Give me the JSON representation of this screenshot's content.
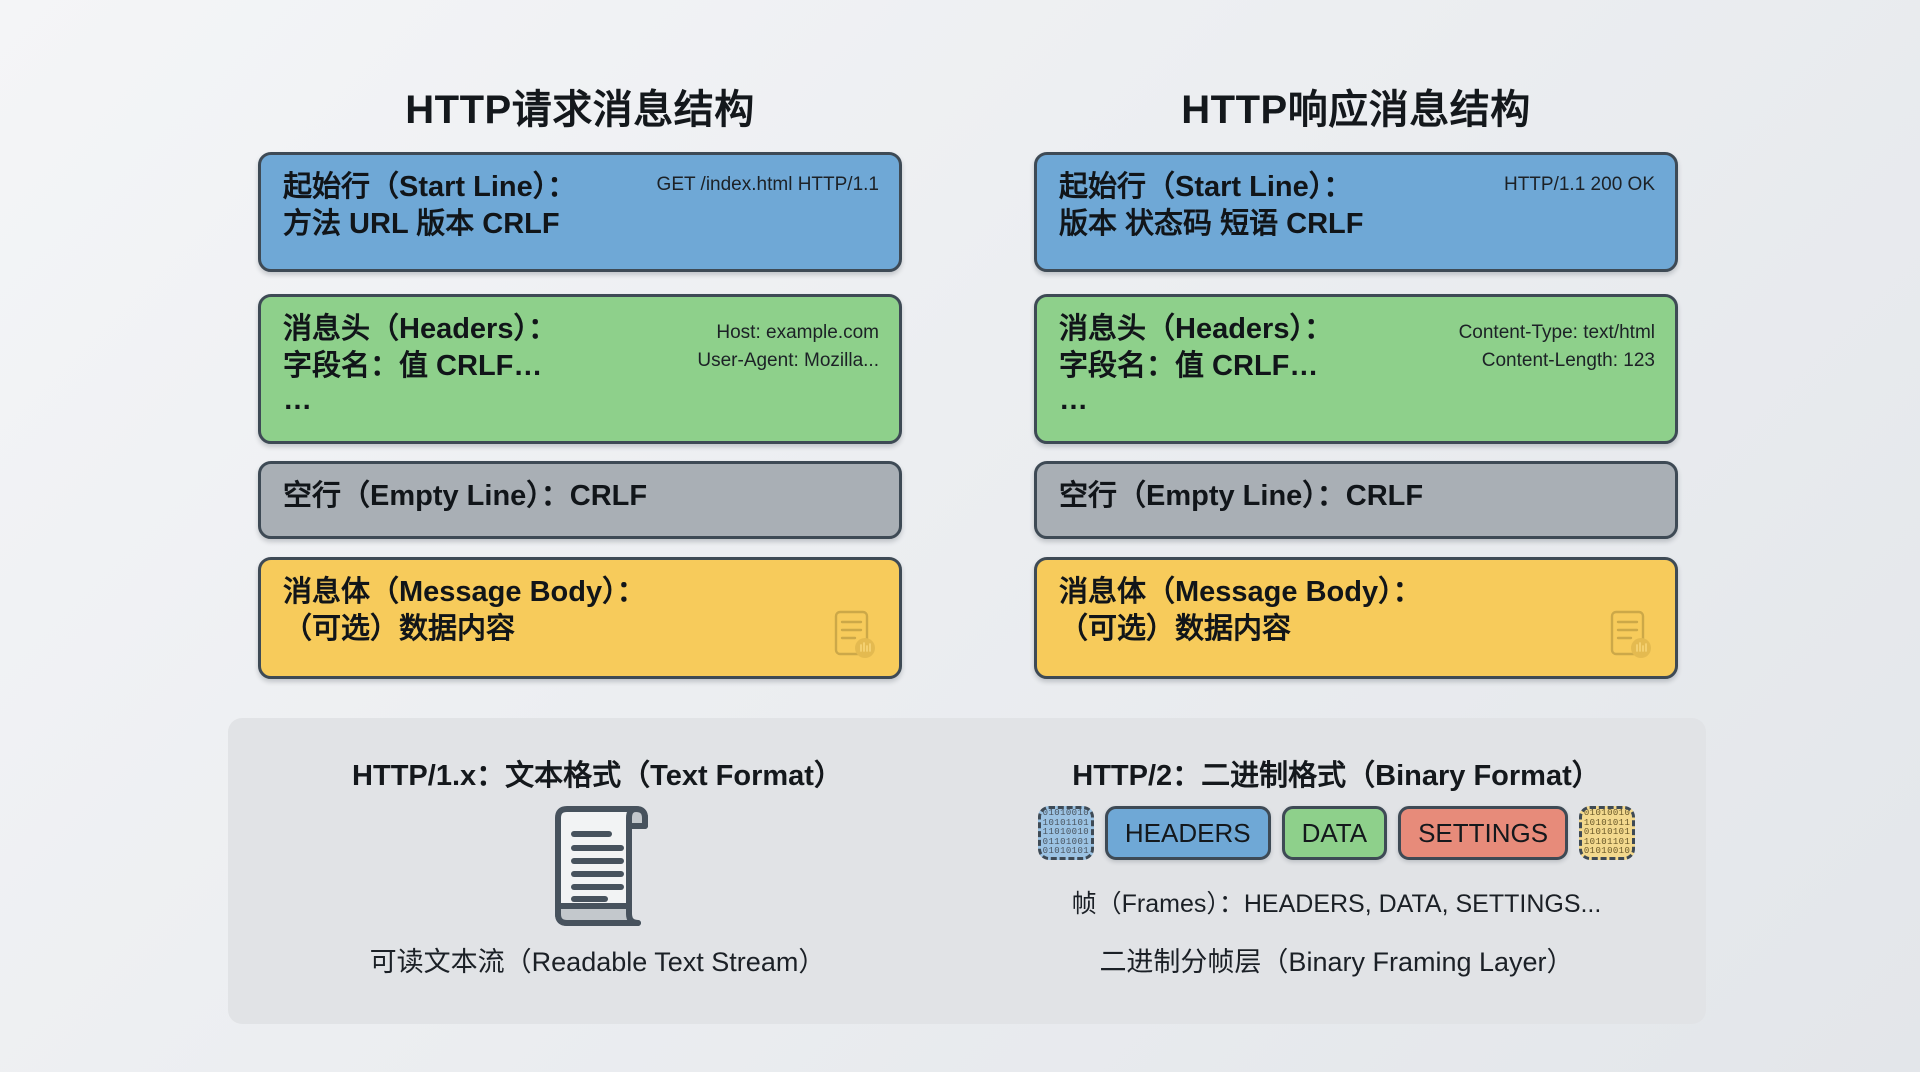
{
  "columns": {
    "request": {
      "title": "HTTP请求消息结构",
      "parts": [
        {
          "name": "start-line",
          "label": "起始行（Start Line）：",
          "sub": "方法 URL 版本 CRLF",
          "example": "GET /index.html HTTP/1.1",
          "color": "#6fa8d6"
        },
        {
          "name": "headers",
          "label": "消息头（Headers）：",
          "sub": "字段名：值 CRLF…",
          "ellipsis": "…",
          "example_line1": "Host: example.com",
          "example_line2": "User-Agent: Mozilla...",
          "color": "#8ed08b"
        },
        {
          "name": "empty-line",
          "label": "空行（Empty Line）：CRLF",
          "color": "#a9afb5"
        },
        {
          "name": "message-body",
          "label": "消息体（Message Body）：",
          "sub": "（可选）数据内容",
          "color": "#f7cb5b"
        }
      ]
    },
    "response": {
      "title": "HTTP响应消息结构",
      "parts": [
        {
          "name": "start-line",
          "label": "起始行（Start Line）：",
          "sub": "版本 状态码 短语 CRLF",
          "example": "HTTP/1.1 200 OK",
          "color": "#6fa8d6"
        },
        {
          "name": "headers",
          "label": "消息头（Headers）：",
          "sub": "字段名：值 CRLF…",
          "ellipsis": "…",
          "example_line1": "Content-Type: text/html",
          "example_line2": "Content-Length: 123",
          "color": "#8ed08b"
        },
        {
          "name": "empty-line",
          "label": "空行（Empty Line）：CRLF",
          "color": "#a9afb5"
        },
        {
          "name": "message-body",
          "label": "消息体（Message Body）：",
          "sub": "（可选）数据内容",
          "color": "#f7cb5b"
        }
      ]
    }
  },
  "bottom": {
    "left": {
      "title": "HTTP/1.x：文本格式（Text Format）",
      "icon": "scroll-document-icon",
      "caption": "可读文本流（Readable Text Stream）"
    },
    "right": {
      "title": "HTTP/2：二进制格式（Binary Format）",
      "frames": [
        {
          "name": "binary-block-left",
          "type": "binary",
          "color": "#9cc3e3",
          "digits": [
            "01010010",
            "10101101",
            "11010010",
            "01101001",
            "01010101"
          ]
        },
        {
          "name": "frame-headers",
          "type": "chip",
          "label": "HEADERS",
          "color": "#6fa8d6"
        },
        {
          "name": "frame-data",
          "type": "chip",
          "label": "DATA",
          "color": "#8ed08b"
        },
        {
          "name": "frame-settings",
          "type": "chip",
          "label": "SETTINGS",
          "color": "#e78b7a"
        },
        {
          "name": "binary-block-right",
          "type": "binary",
          "color": "#f3d98e",
          "digits": [
            "01010010",
            "10101011",
            "01010101",
            "10101101",
            "01010010"
          ]
        }
      ],
      "frames_note": "帧（Frames）：HEADERS, DATA, SETTINGS...",
      "caption": "二进制分帧层（Binary Framing Layer）"
    }
  },
  "palette": {
    "background": "#eceef1",
    "border": "#3e4a55",
    "panel": "#e1e3e6",
    "blue": "#6fa8d6",
    "green": "#8ed08b",
    "gray": "#a9afb5",
    "yellow": "#f7cb5b",
    "red": "#e78b7a"
  }
}
